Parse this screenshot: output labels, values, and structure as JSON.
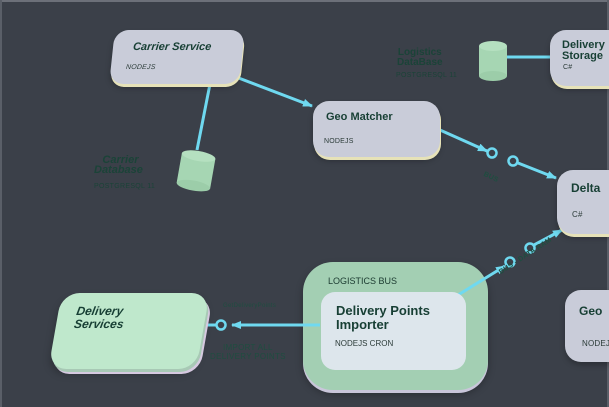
{
  "diagram": {
    "nodes": {
      "carrier_service": {
        "title": "Carrier Service",
        "tech": "NODEJS"
      },
      "geo_matcher": {
        "title": "Geo Matcher",
        "tech": "NODEJS"
      },
      "delivery_storage": {
        "title": "Delivery Storage",
        "title_line1": "Delivery",
        "title_line2": "Storage",
        "tech": "C#"
      },
      "delta": {
        "title": "Delta",
        "tech": "C#"
      },
      "geo_bottom": {
        "title": "Geo",
        "tech": "NODEJS"
      },
      "delivery_points_importer": {
        "title_line1": "Delivery Points",
        "title_line2": "Importer",
        "tech": "NODEJS CRON"
      },
      "delivery_services": {
        "title_line1": "Delivery",
        "title_line2": "Services"
      }
    },
    "databases": {
      "carrier_database": {
        "title_line1": "Carrier",
        "title_line2": "Database",
        "tech": "POSTGRESQL 11"
      },
      "logistics_database": {
        "title_line1": "Logistics",
        "title_line2": "DataBase",
        "tech": "POSTGRESQL 11"
      }
    },
    "groups": {
      "logistics_bus": {
        "label": "LOGISTICS BUS"
      }
    },
    "edge_labels": {
      "bus": "BUS",
      "bus_data_ram": "BUS - DATA RAM",
      "get_delivery_points": "GetDeliveryPoints",
      "import_line1": "IMPORT ALL",
      "import_line2": "DELIVERY POINTS"
    },
    "colors": {
      "background": "#3b4049",
      "edge": "#6fd9f0",
      "node_fill": "#c9ccd9",
      "db_fill": "#a6d6b3",
      "group_fill": "#a3cfb3",
      "text_dark": "#173f34"
    }
  }
}
